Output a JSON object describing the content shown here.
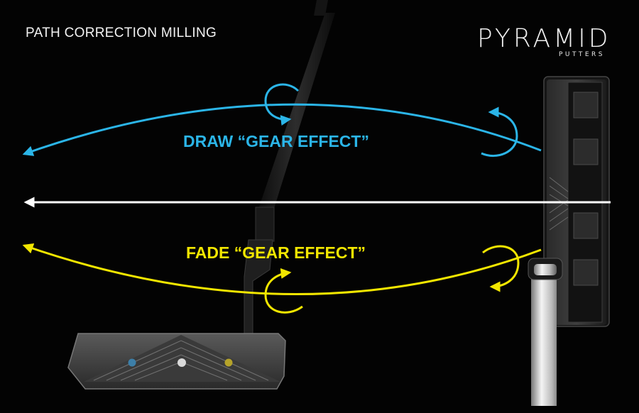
{
  "title": "PATH CORRECTION MILLING",
  "brand": {
    "name": "PYRAMID",
    "sub": "PUTTERS"
  },
  "labels": [
    {
      "text": "DRAW “GEAR EFFECT”",
      "color": "#2bb5e8"
    },
    {
      "text": "FADE “GEAR EFFECT”",
      "color": "#f2e600"
    }
  ],
  "colors": {
    "draw": "#2bb5e8",
    "fade": "#f2e600",
    "straight": "#ffffff",
    "background": "#030303"
  }
}
